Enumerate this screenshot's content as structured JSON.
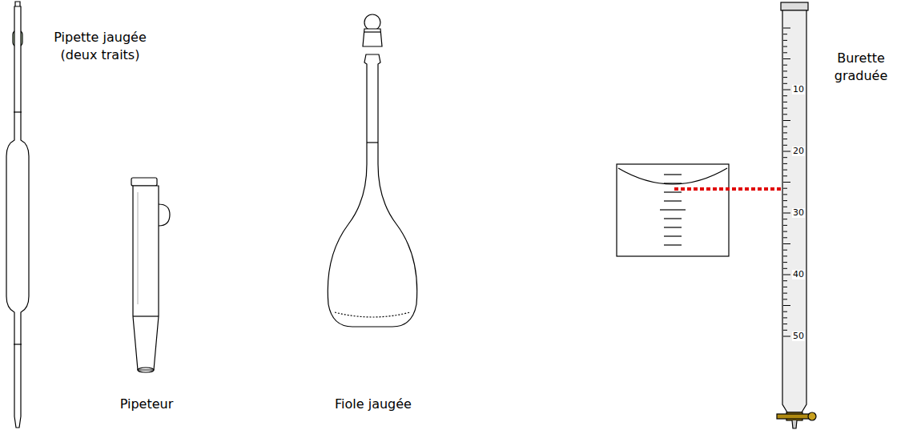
{
  "diagram": {
    "labels": [
      "Pipette jaugée (deux traits)",
      "Pipeteur",
      "Fiole jaugée",
      "Burette graduée",
      "10",
      "20",
      "30",
      "40",
      "50"
    ]
  }
}
